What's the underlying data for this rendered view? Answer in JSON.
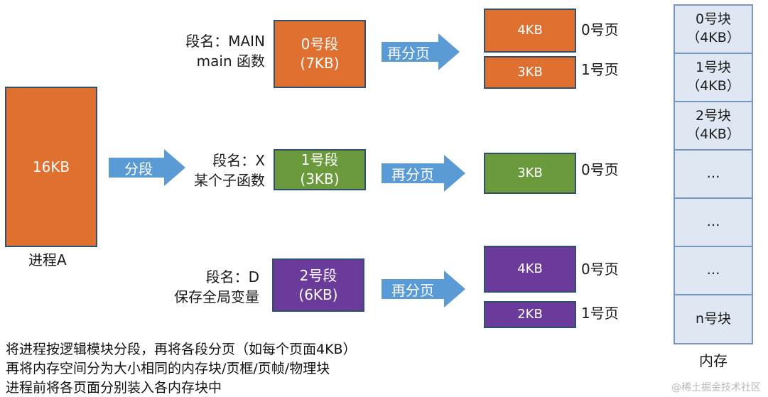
{
  "process": {
    "size": "16KB",
    "name": "进程A",
    "split_arrow": "分段"
  },
  "segments": [
    {
      "label_line1": "段名：MAIN",
      "label_line2": "main 函数",
      "box_line1": "0号段",
      "box_line2": "(7KB)",
      "color": "#e07030",
      "arrow": "再分页",
      "pages": [
        {
          "size": "4KB",
          "label": "0号页"
        },
        {
          "size": "3KB",
          "label": "1号页"
        }
      ]
    },
    {
      "label_line1": "段名：X",
      "label_line2": "某个子函数",
      "box_line1": "1号段",
      "box_line2": "(3KB)",
      "color": "#6a9a3c",
      "arrow": "再分页",
      "pages": [
        {
          "size": "3KB",
          "label": "0号页"
        }
      ]
    },
    {
      "label_line1": "段名：D",
      "label_line2": "保存全局变量",
      "box_line1": "2号段",
      "box_line2": "(6KB)",
      "color": "#6a3b9a",
      "arrow": "再分页",
      "pages": [
        {
          "size": "4KB",
          "label": "0号页"
        },
        {
          "size": "2KB",
          "label": "1号页"
        }
      ]
    }
  ],
  "memory": {
    "title": "内存",
    "blocks": [
      {
        "line1": "0号块",
        "line2": "（4KB）"
      },
      {
        "line1": "1号块",
        "line2": "（4KB）"
      },
      {
        "line1": "2号块",
        "line2": "（4KB）"
      },
      {
        "line1": "…",
        "line2": ""
      },
      {
        "line1": "…",
        "line2": ""
      },
      {
        "line1": "…",
        "line2": ""
      },
      {
        "line1": "n号块",
        "line2": ""
      }
    ]
  },
  "notes": [
    "将进程按逻辑模块分段，再将各段分页（如每个页面4KB）",
    "再将内存空间分为大小相同的内存块/页框/页帧/物理块",
    "进程前将各页面分别装入各内存块中"
  ],
  "watermark": "@稀土掘金技术社区",
  "colors": {
    "orange": "#e07030",
    "green": "#6a9a3c",
    "purple": "#6a3b9a",
    "arrow": "#5b9bd5",
    "memory_fill": "#dfe7f2"
  }
}
